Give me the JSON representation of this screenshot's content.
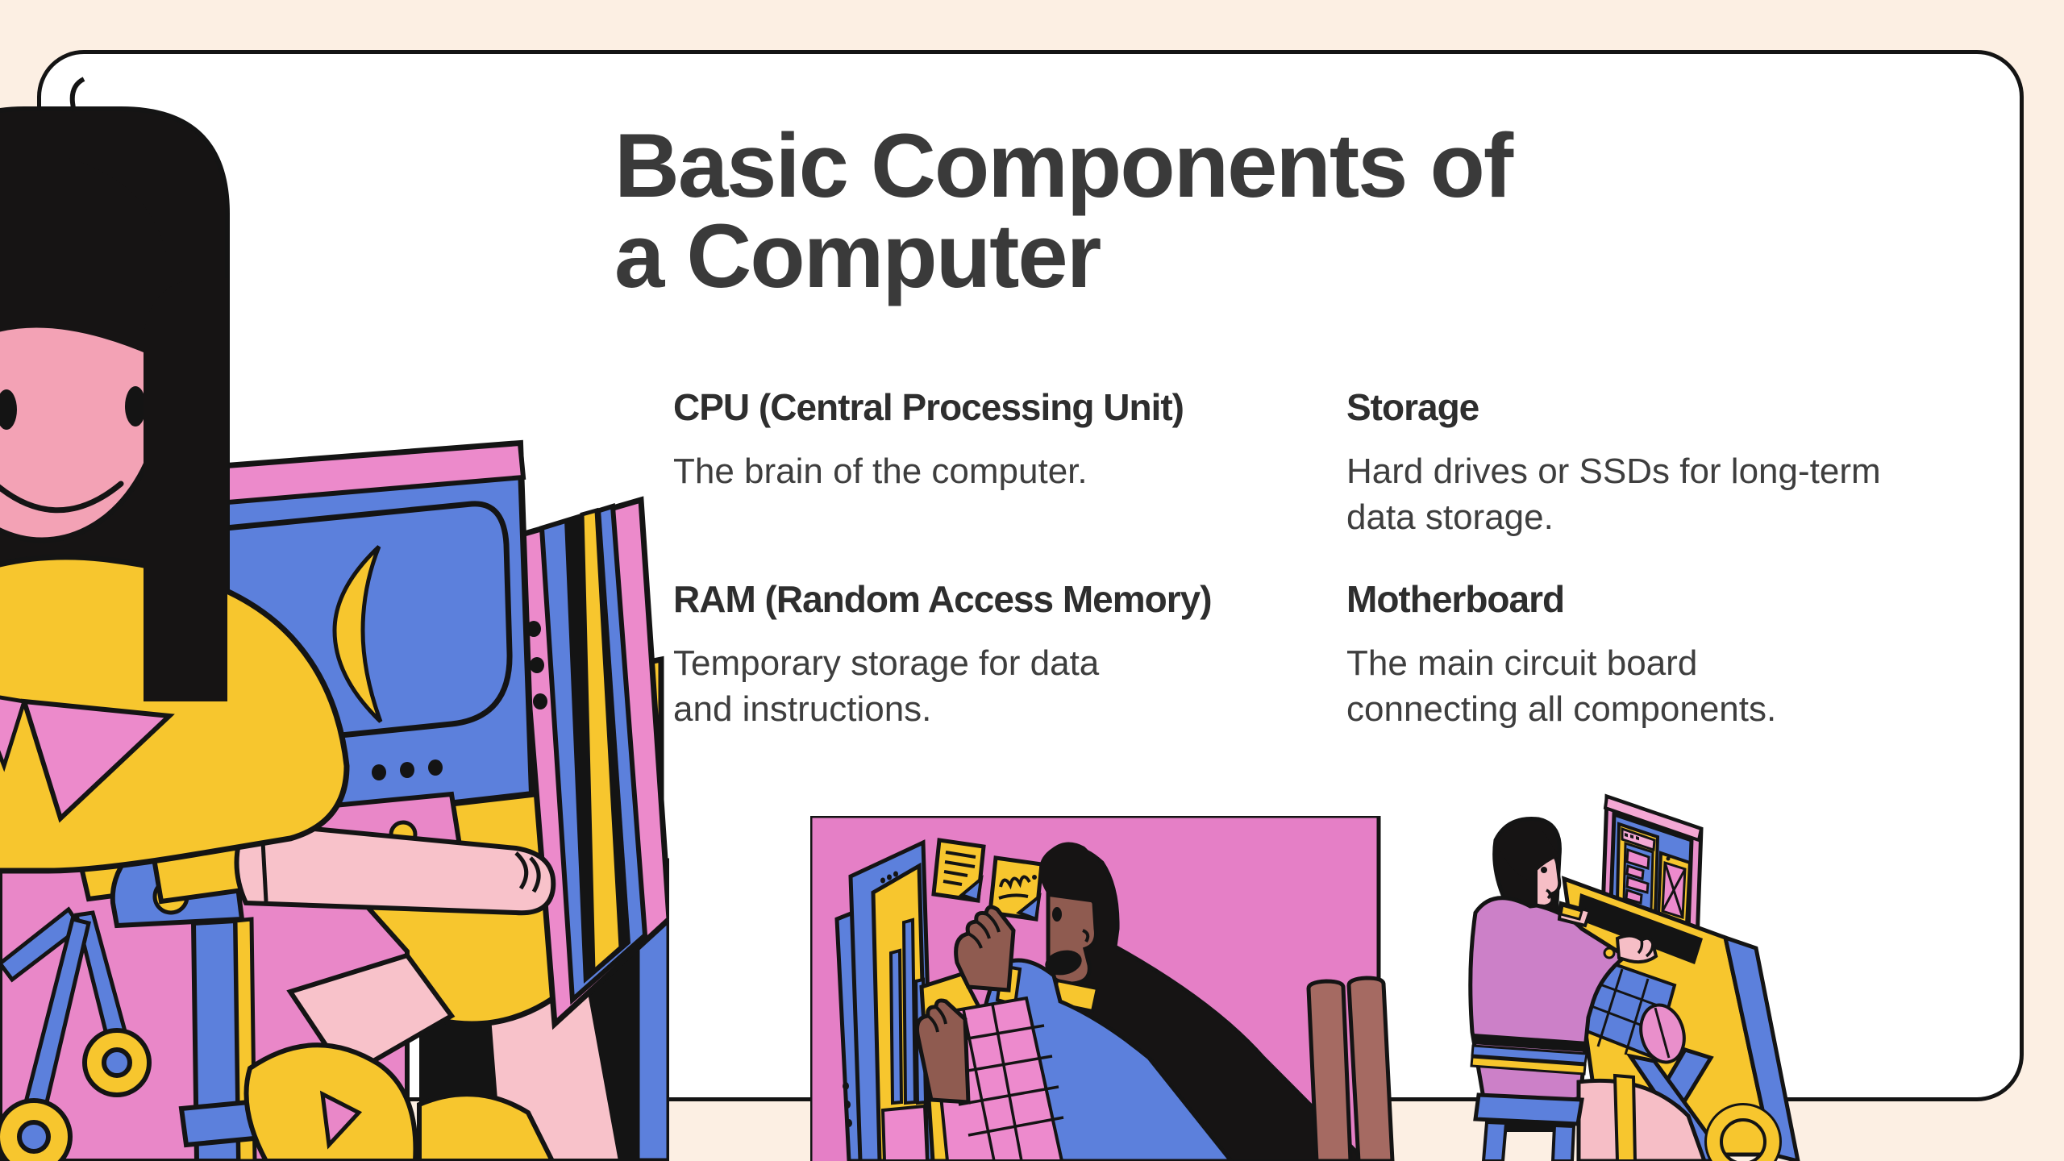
{
  "page": {
    "background_color": "#FCEFE3",
    "card_background": "#FFFFFF",
    "card_border_color": "#141414"
  },
  "title": {
    "text": "Basic Components of a Computer",
    "color": "#3A3A3A"
  },
  "sections": [
    {
      "heading": "CPU (Central Processing Unit)",
      "body": "The brain of the computer."
    },
    {
      "heading": "Storage",
      "body": "Hard drives or SSDs for long-term\ndata storage."
    },
    {
      "heading": "RAM (Random Access Memory)",
      "body": "Temporary storage for data\nand instructions."
    },
    {
      "heading": "Motherboard",
      "body": "The main circuit board\nconnecting all components."
    }
  ],
  "illustrations": {
    "left": "woman with long black hair working at desktop computer on desk with office chair",
    "center": "woman typing on angled computer with bar chart on screen and sticky notes on pink panel",
    "right": "woman seated on stool at yellow desk with pink monitor showing wireframe page"
  },
  "palette": {
    "pink": "#E987C8",
    "light_pink_edge": "#F4A8D4",
    "blue": "#5C80DC",
    "yellow": "#F7C62E",
    "skin_rose": "#F3A2B5",
    "skin_light": "#F8C2CA",
    "skin_brown": "#8F5B50",
    "chair_brown": "#A56A62",
    "ink": "#141414"
  }
}
